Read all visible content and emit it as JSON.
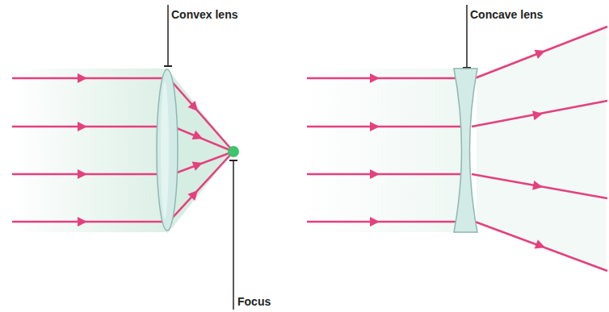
{
  "diagram": {
    "labels": [
      "Convex lens",
      "Concave lens",
      "Focus"
    ]
  }
}
